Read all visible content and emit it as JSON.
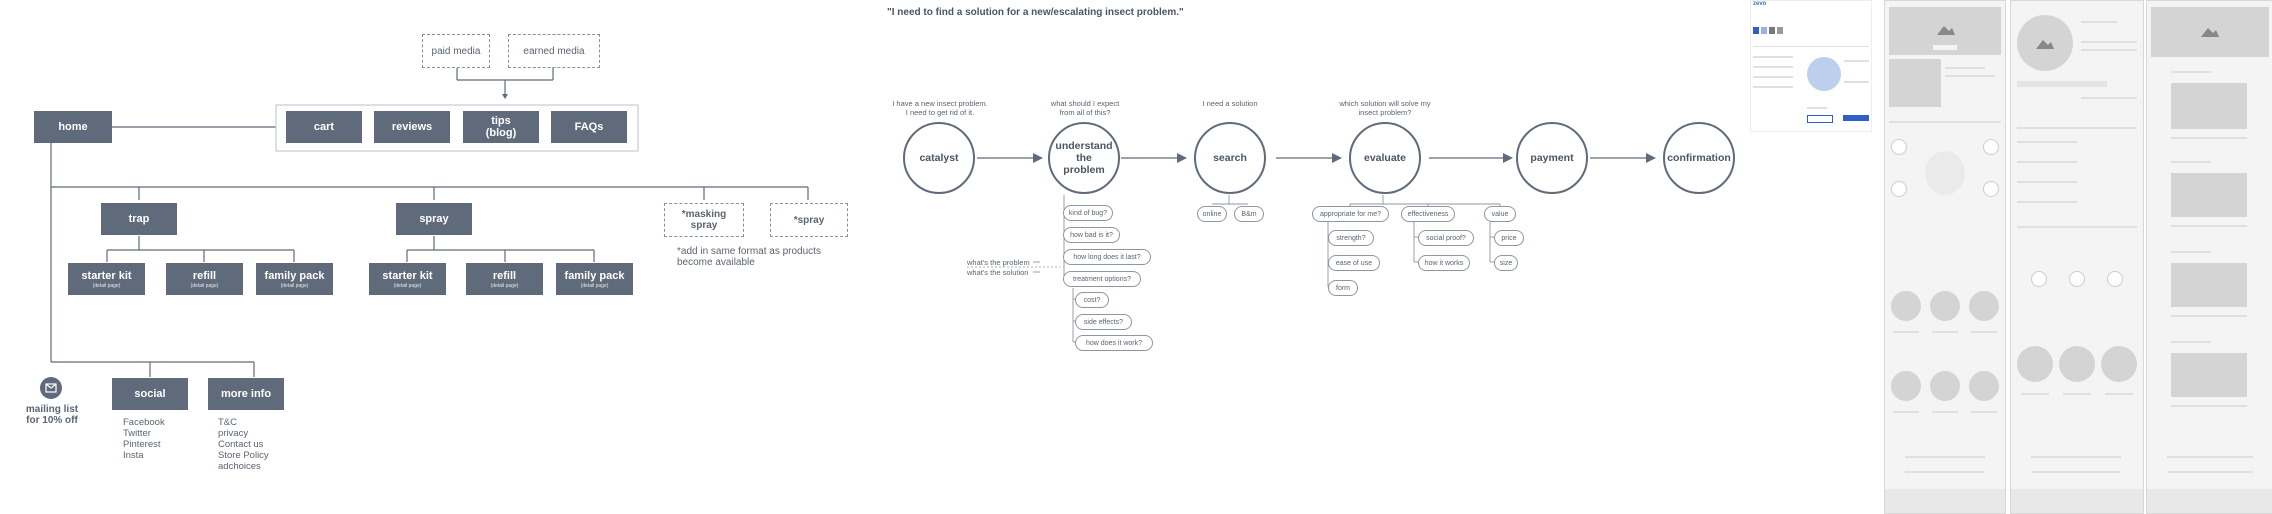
{
  "sitemap": {
    "home": "home",
    "media": [
      "paid media",
      "earned media"
    ],
    "top_nav": [
      "cart",
      "reviews",
      "tips\n(blog)",
      "FAQs"
    ],
    "trap": {
      "label": "trap",
      "children": [
        {
          "label": "starter kit",
          "sub": "(detail page)"
        },
        {
          "label": "refill",
          "sub": "(detail page)"
        },
        {
          "label": "family pack",
          "sub": "(detail page)"
        }
      ]
    },
    "spray": {
      "label": "spray",
      "children": [
        {
          "label": "starter kit",
          "sub": "(detail page)"
        },
        {
          "label": "refill",
          "sub": "(detail page)"
        },
        {
          "label": "family pack",
          "sub": "(detail page)"
        }
      ]
    },
    "future": [
      "*masking\nspray",
      "*spray"
    ],
    "future_note": "*add in same format as products\nbecome available",
    "mailing": "mailing list\nfor 10% off",
    "social": {
      "label": "social",
      "items": [
        "Facebook",
        "Twitter",
        "Pinterest",
        "Insta"
      ]
    },
    "more_info": {
      "label": "more info",
      "items": [
        "T&C",
        "privacy",
        "Contact us",
        "Store Policy",
        "adchoices"
      ]
    }
  },
  "journey": {
    "quote": "\"I need to find a solution for a new/escalating insect problem.\"",
    "steps": [
      {
        "label": "catalyst",
        "caption": "I have a new insect problem.\nI need to get rid of it."
      },
      {
        "label": "understand\nthe\nproblem",
        "caption": "what should I expect\nfrom all of this?"
      },
      {
        "label": "search",
        "caption": "I need a solution"
      },
      {
        "label": "evaluate",
        "caption": "which solution will solve my\ninsect problem?"
      },
      {
        "label": "payment",
        "caption": ""
      },
      {
        "label": "confirmation",
        "caption": ""
      }
    ],
    "understand_items": [
      "kind of bug?",
      "how bad is it?",
      "how long does it last?",
      "treatment options?"
    ],
    "treatment_items": [
      "cost?",
      "side effects?",
      "how does it work?"
    ],
    "side_notes": [
      "what's the problem",
      "what's the solution"
    ],
    "search_items": [
      "online",
      "B&m"
    ],
    "evaluate_groups": [
      {
        "label": "appropriate for me?",
        "items": [
          "strength?",
          "ease of use",
          "form"
        ]
      },
      {
        "label": "effectiveness",
        "items": [
          "social proof?",
          "how it works"
        ]
      },
      {
        "label": "value",
        "items": [
          "price",
          "size"
        ]
      }
    ]
  },
  "wireframes": {
    "logo": "zevo"
  },
  "colors": {
    "node": "#5f6b7a",
    "text": "#5b6472"
  }
}
